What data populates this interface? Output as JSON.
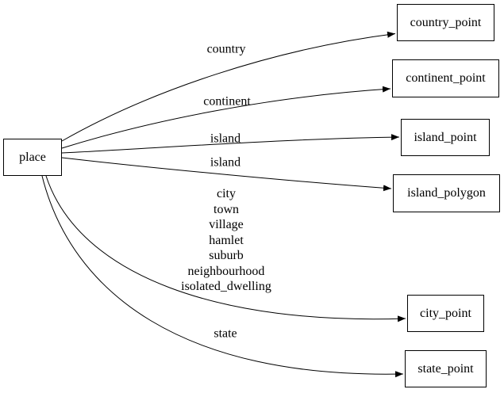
{
  "diagram": {
    "type": "directed-graph",
    "colors": {
      "background": "#ffffff",
      "node_fill": "#ffffff",
      "node_border": "#000000",
      "edge": "#000000",
      "text": "#000000"
    },
    "nodes": {
      "place": {
        "label": "place"
      },
      "country_point": {
        "label": "country_point"
      },
      "continent_point": {
        "label": "continent_point"
      },
      "island_point": {
        "label": "island_point"
      },
      "island_polygon": {
        "label": "island_polygon"
      },
      "city_point": {
        "label": "city_point"
      },
      "state_point": {
        "label": "state_point"
      }
    },
    "edge_labels": {
      "country": "country",
      "continent": "continent",
      "island_to_point": "island",
      "island_to_polygon": "island",
      "city_group": "city\ntown\nvillage\nhamlet\nsuburb\nneighbourhood\nisolated_dwelling",
      "state": "state"
    },
    "edges": [
      {
        "from": "place",
        "to": "country_point",
        "label": "country"
      },
      {
        "from": "place",
        "to": "continent_point",
        "label": "continent"
      },
      {
        "from": "place",
        "to": "island_point",
        "label": "island"
      },
      {
        "from": "place",
        "to": "island_polygon",
        "label": "island"
      },
      {
        "from": "place",
        "to": "city_point",
        "label": "city town village hamlet suburb neighbourhood isolated_dwelling"
      },
      {
        "from": "place",
        "to": "state_point",
        "label": "state"
      }
    ]
  }
}
